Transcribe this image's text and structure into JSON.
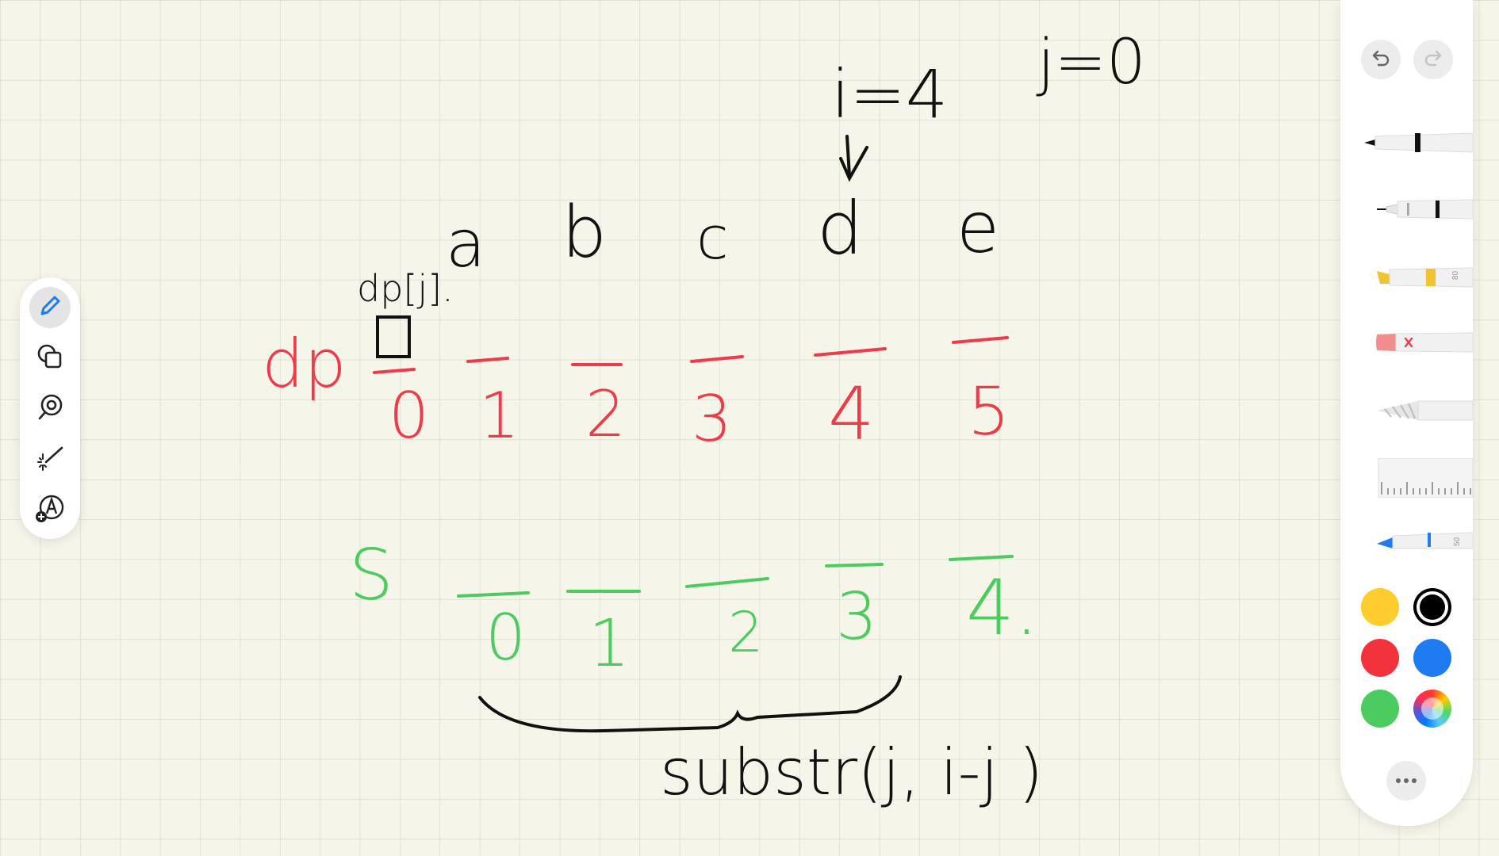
{
  "canvas": {
    "note": {
      "i_label": "i=4",
      "j_label": "j=0",
      "dp_index_label": "dp[j].",
      "dp_label": "dp",
      "s_label": "S",
      "letters": [
        "a",
        "b",
        "c",
        "d",
        "e"
      ],
      "dp_indices": [
        "0",
        "1",
        "2",
        "3",
        "4",
        "5"
      ],
      "s_indices": [
        "0",
        "1",
        "2",
        "3",
        "4."
      ],
      "substr_label": "substr(j, i-j )"
    },
    "ink_colors": {
      "black": "#111111",
      "red": "#ee3b47",
      "green": "#4ccb5e"
    }
  },
  "left_toolbar": {
    "tools": [
      {
        "name": "pen",
        "icon": "pencil-icon",
        "active": true
      },
      {
        "name": "shapes",
        "icon": "shapes-icon",
        "active": false
      },
      {
        "name": "lasso",
        "icon": "lasso-icon",
        "active": false
      },
      {
        "name": "laser",
        "icon": "laser-pointer-icon",
        "active": false
      },
      {
        "name": "add",
        "icon": "add-text-icon",
        "active": false
      }
    ]
  },
  "palette": {
    "undo_icon": "undo-icon",
    "redo_icon": "redo-icon",
    "tools": [
      {
        "name": "pen",
        "icon": "pen-icon"
      },
      {
        "name": "fineliner",
        "icon": "fineliner-icon"
      },
      {
        "name": "highlighter",
        "icon": "highlighter-icon",
        "number": "80"
      },
      {
        "name": "eraser",
        "icon": "eraser-icon"
      },
      {
        "name": "pencil",
        "icon": "pencil-tool-icon"
      },
      {
        "name": "ruler",
        "icon": "ruler-icon"
      },
      {
        "name": "marker",
        "icon": "marker-icon",
        "number": "50"
      }
    ],
    "colors": [
      {
        "name": "yellow",
        "hex": "#fdcc2f",
        "selected": false
      },
      {
        "name": "black",
        "hex": "#000000",
        "selected": true
      },
      {
        "name": "red",
        "hex": "#f2323c",
        "selected": false
      },
      {
        "name": "blue",
        "hex": "#1f7bf2",
        "selected": false
      },
      {
        "name": "green",
        "hex": "#4ccb5e",
        "selected": false
      },
      {
        "name": "multicolor",
        "hex": "conic",
        "selected": false
      }
    ],
    "more_icon": "more-icon"
  }
}
